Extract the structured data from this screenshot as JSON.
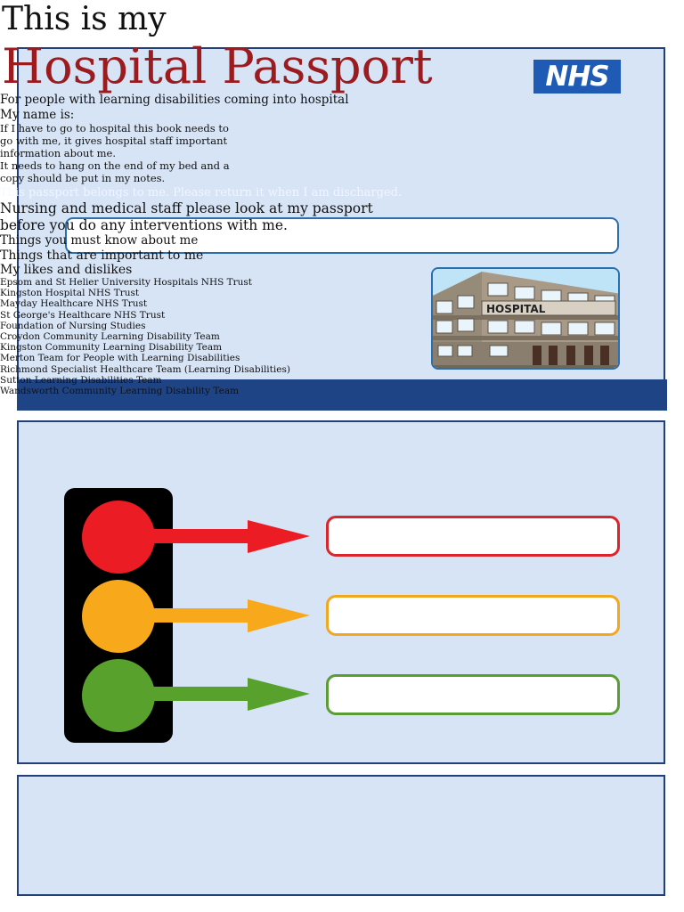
{
  "header": {
    "line1": "This is my",
    "title": "Hospital Passport",
    "subtitle": "For people with learning disabilities coming into hospital",
    "name_label": "My name is:"
  },
  "logo": {
    "text": "NHS"
  },
  "intro_lines": [
    "If I have to go to hospital this book needs to",
    "go with me, it gives hospital staff important",
    "information about me.",
    "It needs to hang on the end of my bed and a",
    "copy should be put in my notes."
  ],
  "belongs_text": "This passport belongs to me. Please return it when I am discharged.",
  "staff_lines": [
    "Nursing and medical staff please look at my passport",
    "before you do any interventions with me."
  ],
  "sections": {
    "must_know": "Things you must know about me",
    "important": "Things that are important to me",
    "likes": "My likes and dislikes"
  },
  "hospital_sign": "HOSPITAL",
  "organisations": [
    "Epsom and St Helier University Hospitals NHS Trust",
    "Kingston Hospital NHS Trust",
    "Mayday Healthcare NHS Trust",
    "St George's Healthcare NHS Trust",
    "Foundation of Nursing Studies",
    "Croydon Community Learning Disability Team",
    "Kingston Community Learning Disability Team",
    "Merton Team for People with Learning Disabilities",
    "Richmond Specialist Healthcare Team (Learning Disabilities)",
    "Sutton Learning Disabilities Team",
    "Wandsworth Community Learning Disability Team"
  ],
  "colors": {
    "title_red": "#9b1b1f",
    "panel_fill": "#d6e4f6",
    "panel_border": "#213f7b",
    "nhs_blue": "#1f5bb5",
    "red": "#ec1c24",
    "amber": "#f7a81b",
    "green": "#58a12c"
  }
}
